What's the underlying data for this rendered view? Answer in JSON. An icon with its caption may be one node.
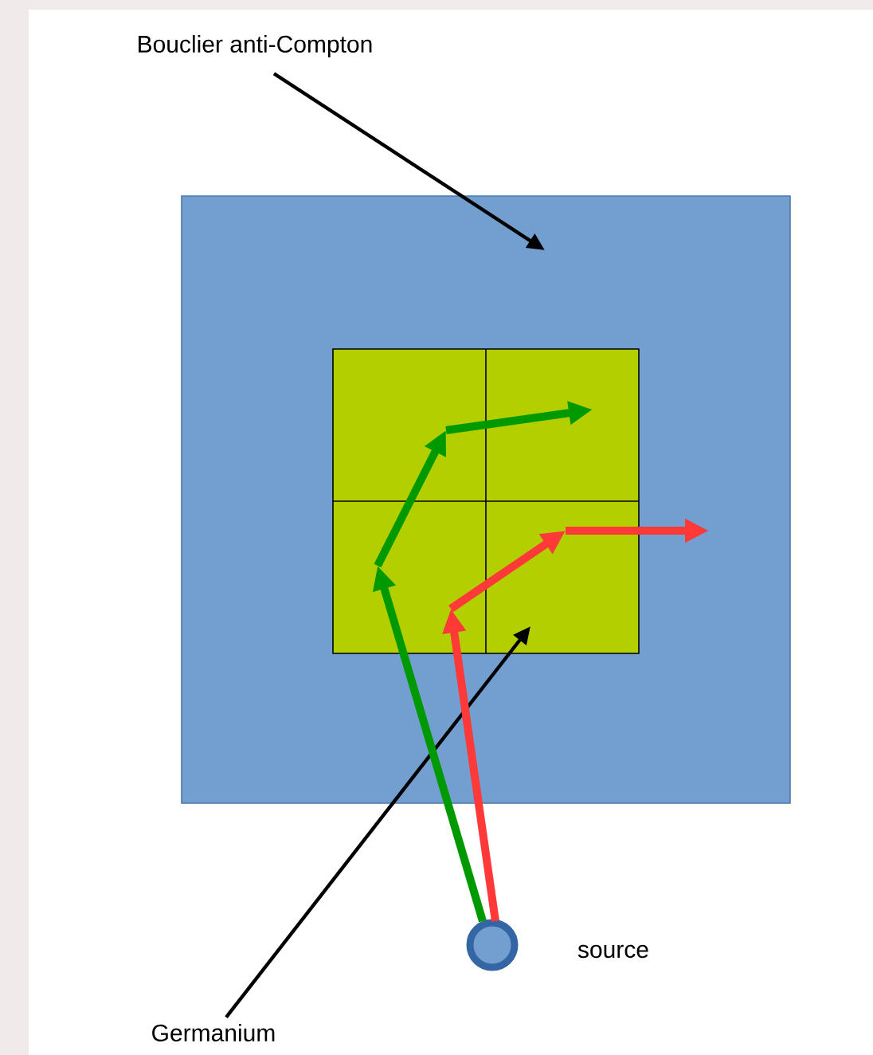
{
  "diagram": {
    "nodes": [
      {
        "text": [
          "Bouclier anti-Compton"
        ]
      },
      {
        "text": [],
        "shape": "box"
      },
      {
        "text": [],
        "shape": "box",
        "in": 1
      },
      {
        "text": [
          "Germanium"
        ]
      },
      {
        "text": [],
        "shape": "circle",
        "beside": [
          "source"
        ]
      }
    ],
    "edges": [
      {
        "from": 0,
        "to": 1,
        "arrow": "to"
      },
      {
        "from": 3,
        "to": 2,
        "arrow": "to"
      },
      {
        "from": 4,
        "to": 2,
        "arrow": "to",
        "style": "thick",
        "color": "#009a00"
      },
      {
        "from": 4,
        "to": 2,
        "arrow": "to",
        "style": "thick",
        "color": "#ff3838"
      }
    ]
  }
}
